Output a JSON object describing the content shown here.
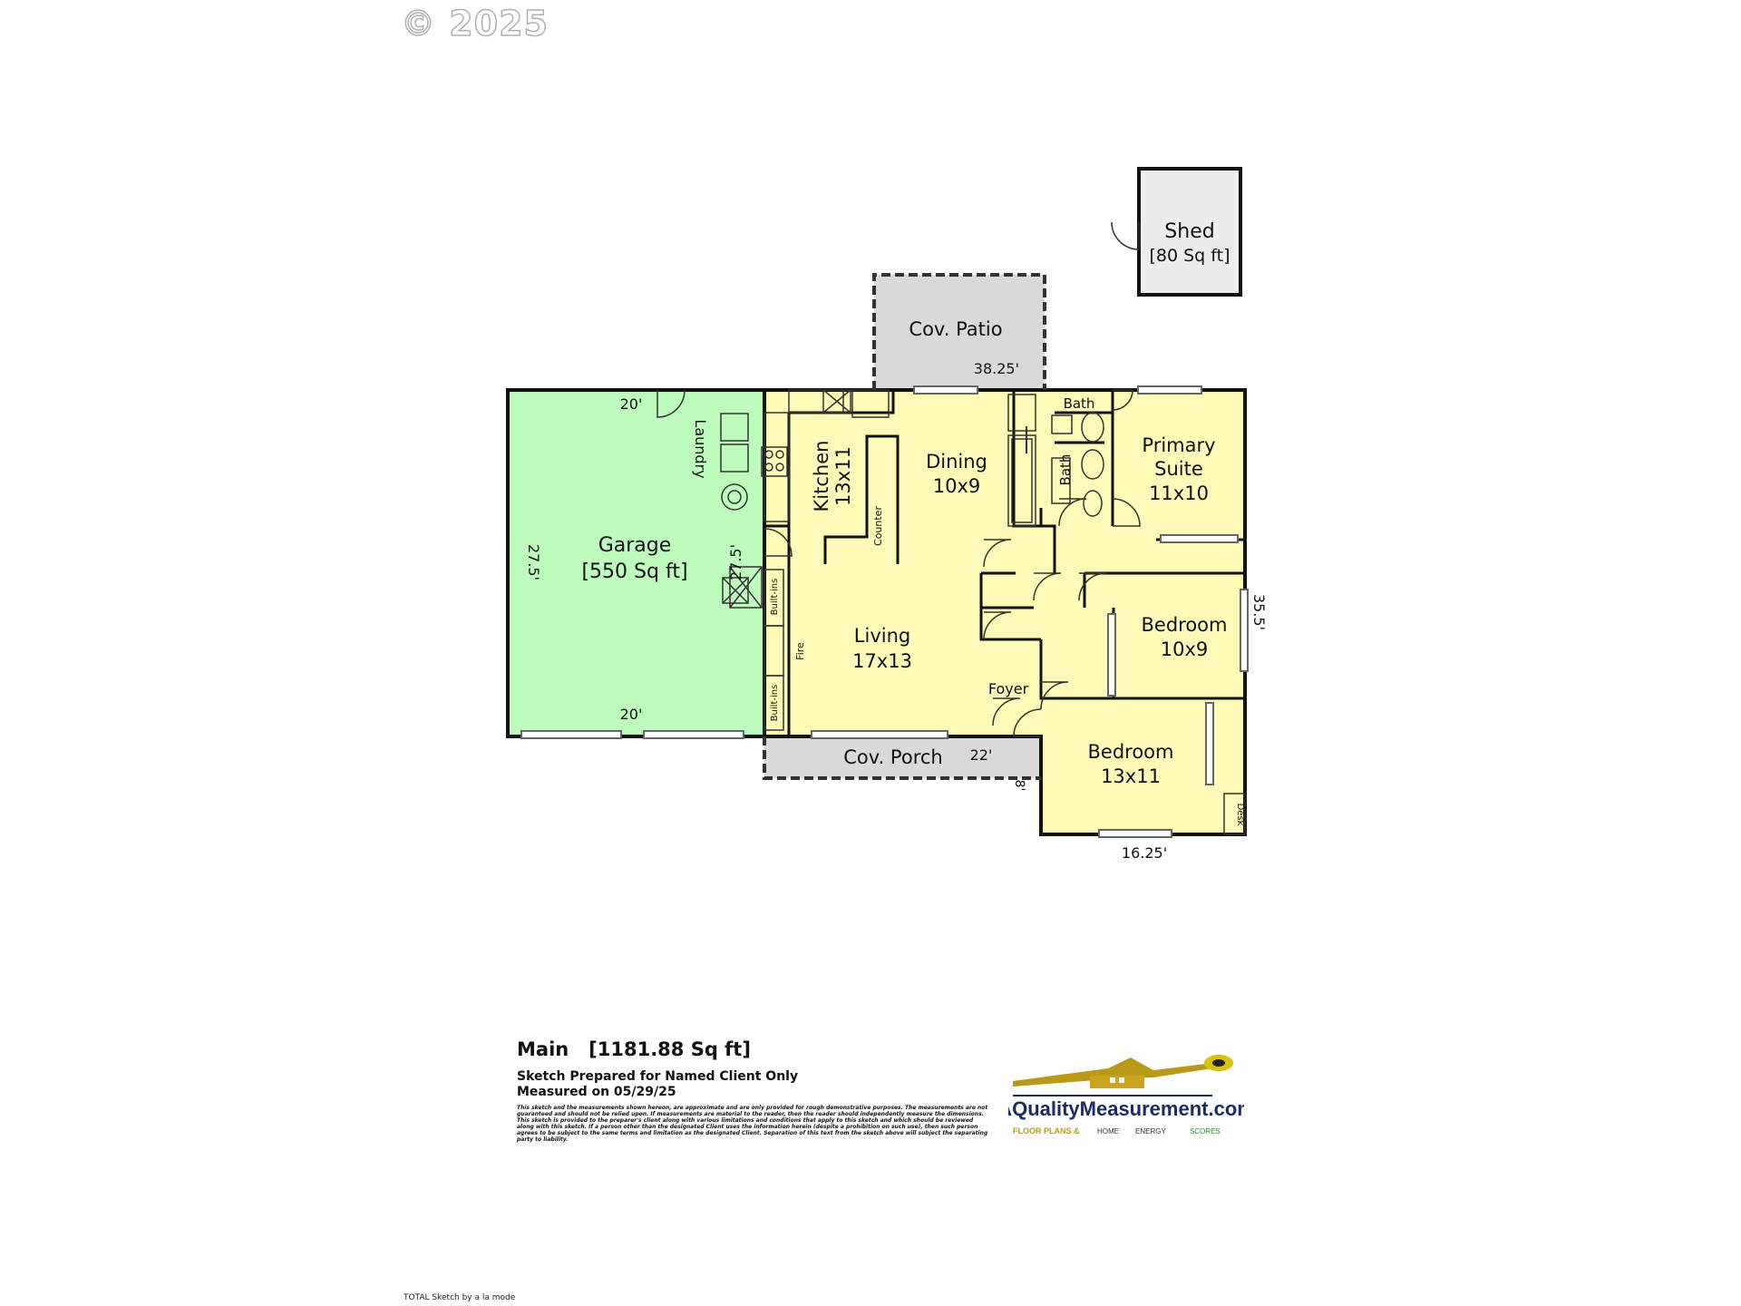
{
  "copyright": "© 2025",
  "shed": {
    "name": "Shed",
    "area": "[80 Sq ft]"
  },
  "patio": {
    "name": "Cov. Patio",
    "dim": "38.25'"
  },
  "garage": {
    "name": "Garage",
    "area": "[550 Sq ft]",
    "dim_top": "20'",
    "dim_bottom": "20'",
    "dim_left": "27.5'",
    "dim_right": "27.5'"
  },
  "laundry": "Laundry",
  "kitchen": {
    "name": "Kitchen",
    "size": "13x11",
    "counter": "Counter"
  },
  "dining": {
    "name": "Dining",
    "size": "10x9"
  },
  "living": {
    "name": "Living",
    "size": "17x13",
    "builtins_top": "Built-ins",
    "builtins_bottom": "Built-ins",
    "fire": "Fire"
  },
  "foyer": "Foyer",
  "porch": {
    "name": "Cov. Porch",
    "dim": "22'",
    "dim_side": "8'"
  },
  "bath_small": "Bath",
  "bath_side": "Bath",
  "primary": {
    "line1": "Primary",
    "line2": "Suite",
    "size": "11x10"
  },
  "bedroom1": {
    "name": "Bedroom",
    "size": "10x9",
    "dim": "35.5'"
  },
  "bedroom2": {
    "name": "Bedroom",
    "size": "13x11",
    "desk": "Desk",
    "dim": "16.25'"
  },
  "legend": {
    "title": "Main   [1181.88 Sq ft]",
    "line1": "Sketch Prepared for Named Client Only",
    "line2": "Measured on 05/29/25",
    "disclaimer": "This sketch and the measurements shown hereon, are approximate and are only provided for rough demonstrative purposes. The measurements are not guaranteed and should not be relied upon. If measurements are material to the reader, then the reader should independently measure the dimensions. This sketch is provided to the preparer's client along with various limitations and conditions that apply to this sketch and which should be reviewed along with this sketch. If a person other than the designated Client uses the information herein (despite a prohibition on such use), then such person agrees to be subject to the same terms and limitation as the designated Client. Separation of this text from the sketch above will subject the separating party to liability."
  },
  "brand": {
    "name": "AQualityMeasurement.com",
    "tag1": "FLOOR PLANS &",
    "tag2": "HOME",
    "tag3": "ENERGY",
    "tag4": "SCORES"
  },
  "credit": "TOTAL Sketch by a la mode",
  "colors": {
    "garage": "#bdfcbd",
    "house": "#fefbb8",
    "covered": "#d9d9d9",
    "shed": "#ececec"
  }
}
